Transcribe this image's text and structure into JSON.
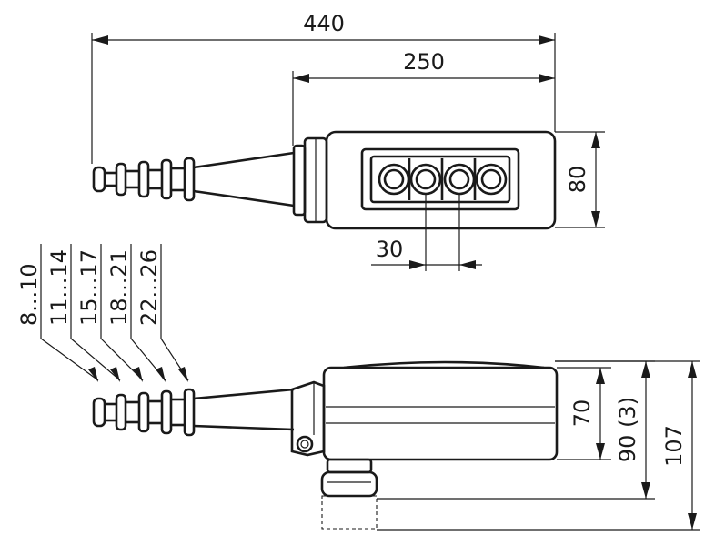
{
  "dimensions": {
    "overall_length": "440",
    "box_length": "250",
    "box_width": "80",
    "button_pitch": "30",
    "body_height": "70",
    "height_with_button": "90 (3)",
    "total_height": "107"
  },
  "cable_ranges": [
    "8...10",
    "11...14",
    "15...17",
    "18...21",
    "22...26"
  ],
  "buttons_count": 4
}
